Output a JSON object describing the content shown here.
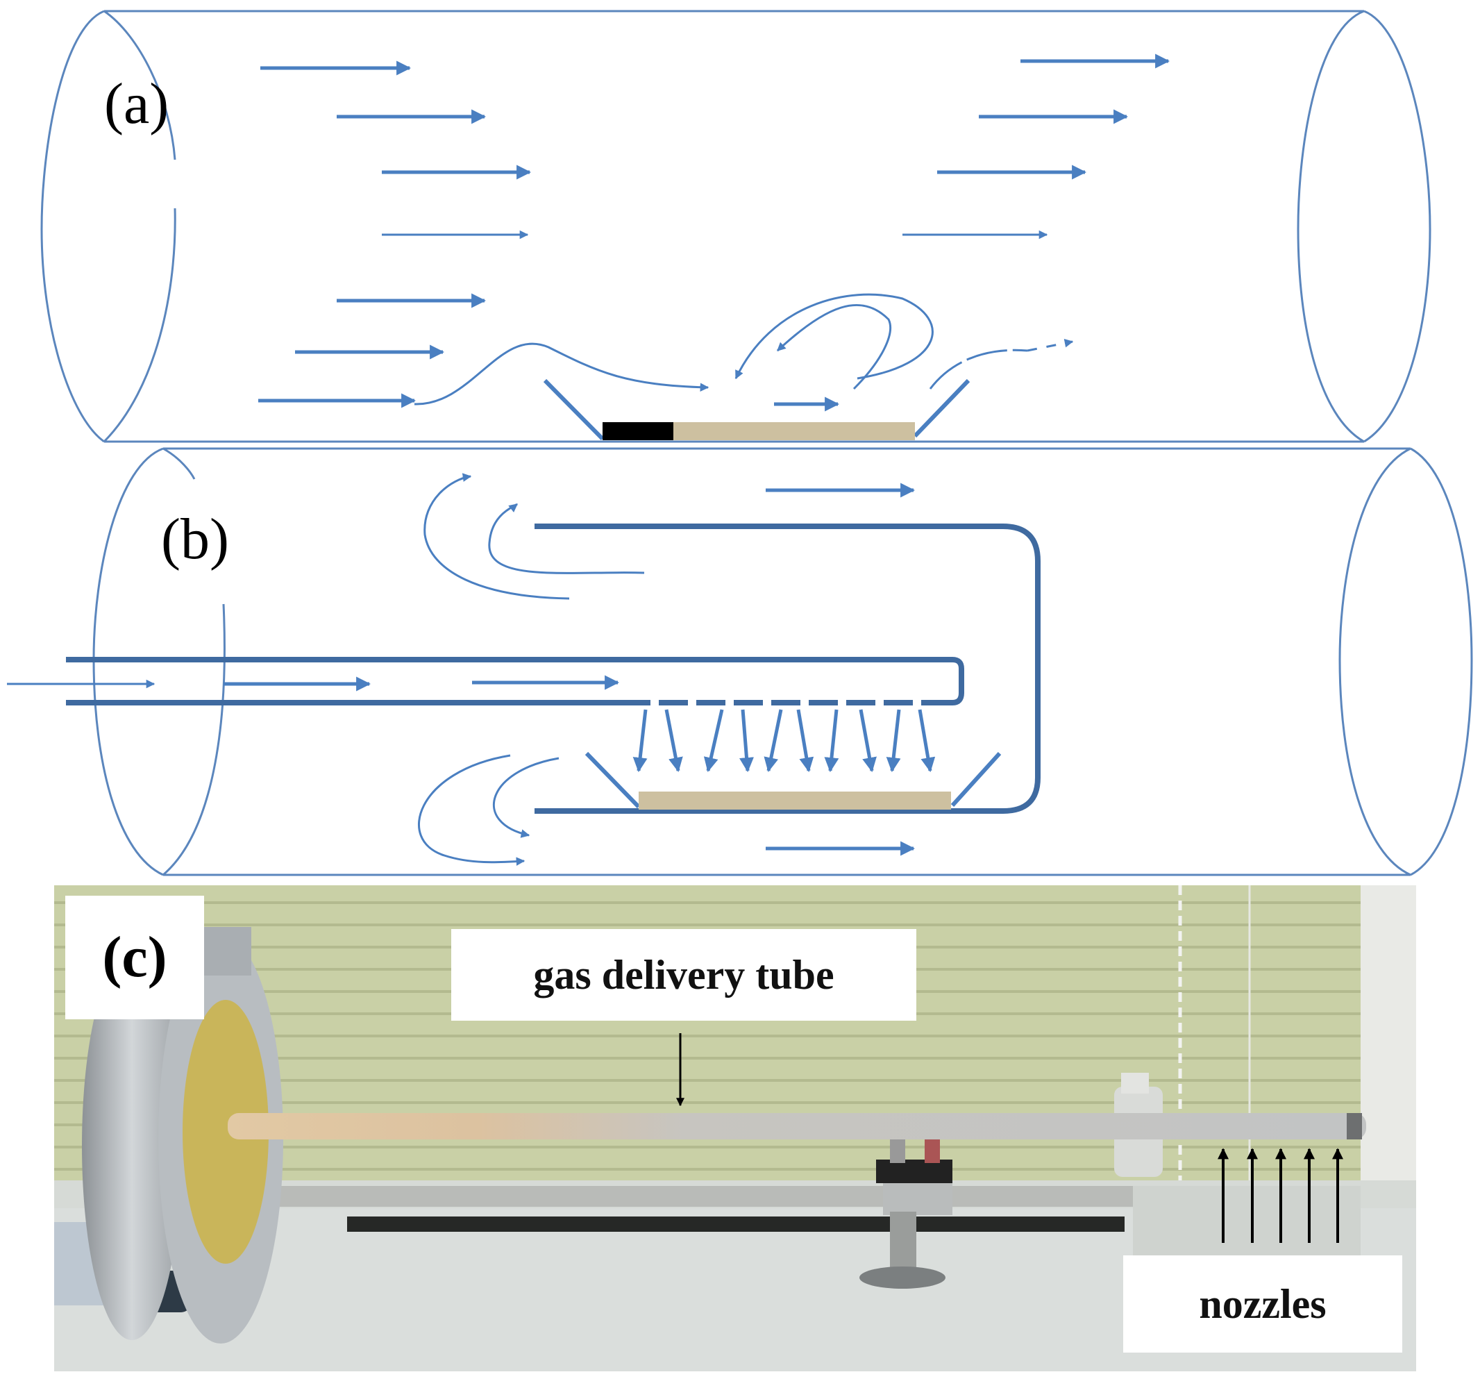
{
  "panels": {
    "a": {
      "label": "(a)"
    },
    "b": {
      "label": "(b)"
    },
    "c": {
      "label": "(c)"
    }
  },
  "photo": {
    "gas_tube_label": "gas delivery tube",
    "nozzles_label": "nozzles"
  },
  "colors": {
    "flow_arrow": "#4a7fc1",
    "tube_outline": "#5b86bd",
    "delivery_tube": "#3f6aa0",
    "substrate": "#cdc0a0",
    "black_strip": "#000000",
    "blinds": "#c9d0a6",
    "table": "#d6dad6"
  }
}
